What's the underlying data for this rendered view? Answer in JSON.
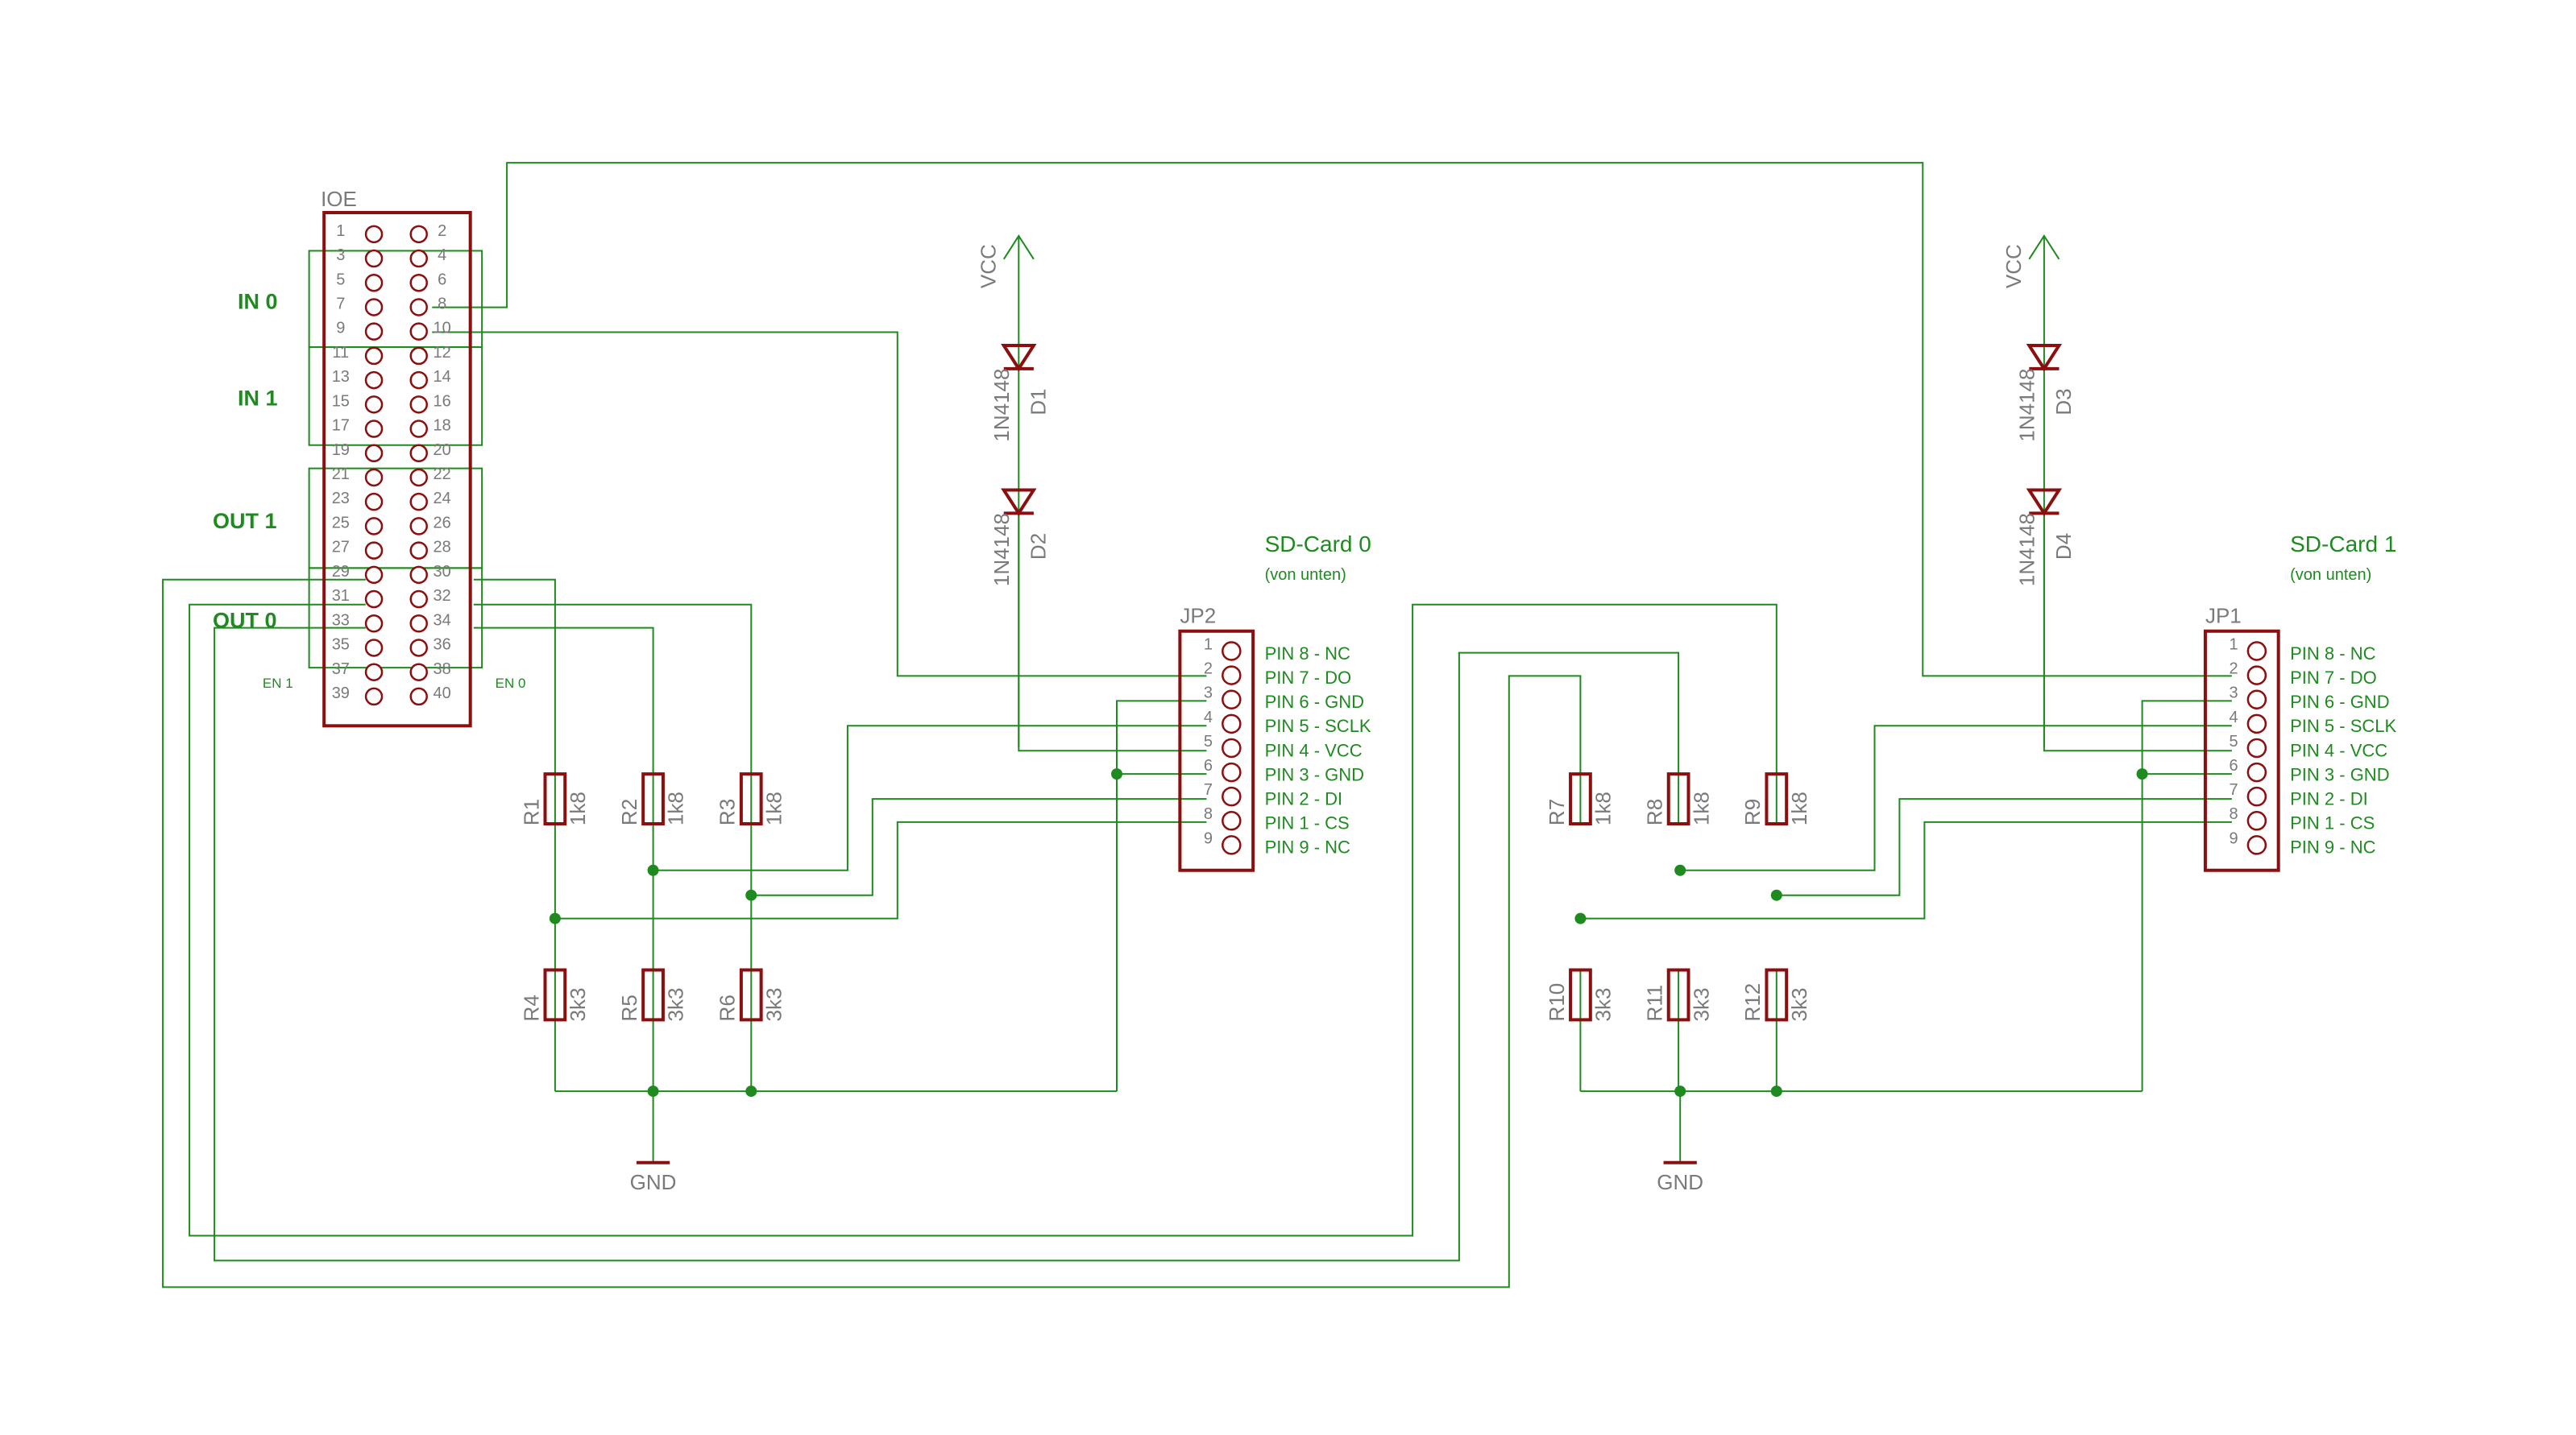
{
  "colors": {
    "wire": "#1f8a1f",
    "part": "#8b0f0f",
    "label_grey": "#7a7a7a",
    "background": "#ffffff"
  },
  "header": {
    "name": "IOE",
    "pins_left": [
      "1",
      "3",
      "5",
      "7",
      "9",
      "11",
      "13",
      "15",
      "17",
      "19",
      "21",
      "23",
      "25",
      "27",
      "29",
      "31",
      "33",
      "35",
      "37",
      "39"
    ],
    "pins_right": [
      "2",
      "4",
      "6",
      "8",
      "10",
      "12",
      "14",
      "16",
      "18",
      "20",
      "22",
      "24",
      "26",
      "28",
      "30",
      "32",
      "34",
      "36",
      "38",
      "40"
    ],
    "groups": [
      "IN 0",
      "IN 1",
      "OUT 1",
      "OUT 0"
    ],
    "en_left": "EN 1",
    "en_right": "EN 0"
  },
  "supplies": {
    "vcc": "VCC",
    "gnd": "GND"
  },
  "diodes": [
    {
      "name": "D1",
      "value": "1N4148"
    },
    {
      "name": "D2",
      "value": "1N4148"
    },
    {
      "name": "D3",
      "value": "1N4148"
    },
    {
      "name": "D4",
      "value": "1N4148"
    }
  ],
  "resistors": [
    {
      "name": "R1",
      "value": "1k8"
    },
    {
      "name": "R2",
      "value": "1k8"
    },
    {
      "name": "R3",
      "value": "1k8"
    },
    {
      "name": "R4",
      "value": "3k3"
    },
    {
      "name": "R5",
      "value": "3k3"
    },
    {
      "name": "R6",
      "value": "3k3"
    },
    {
      "name": "R7",
      "value": "1k8"
    },
    {
      "name": "R8",
      "value": "1k8"
    },
    {
      "name": "R9",
      "value": "1k8"
    },
    {
      "name": "R10",
      "value": "3k3"
    },
    {
      "name": "R11",
      "value": "3k3"
    },
    {
      "name": "R12",
      "value": "3k3"
    }
  ],
  "connectors": [
    {
      "name": "JP2",
      "title": "SD-Card 0",
      "subtitle": "(von unten)",
      "pins": [
        "1",
        "2",
        "3",
        "4",
        "5",
        "6",
        "7",
        "8",
        "9"
      ],
      "labels": [
        "PIN 8 - NC",
        "PIN 7 - DO",
        "PIN 6 - GND",
        "PIN 5 - SCLK",
        "PIN 4 - VCC",
        "PIN 3 - GND",
        "PIN 2 - DI",
        "PIN 1 - CS",
        "PIN 9 - NC"
      ]
    },
    {
      "name": "JP1",
      "title": "SD-Card 1",
      "subtitle": "(von unten)",
      "pins": [
        "1",
        "2",
        "3",
        "4",
        "5",
        "6",
        "7",
        "8",
        "9"
      ],
      "labels": [
        "PIN 8 - NC",
        "PIN 7 - DO",
        "PIN 6 - GND",
        "PIN 5 - SCLK",
        "PIN 4 - VCC",
        "PIN 3 - GND",
        "PIN 2 - DI",
        "PIN 1 - CS",
        "PIN 9 - NC"
      ]
    }
  ]
}
